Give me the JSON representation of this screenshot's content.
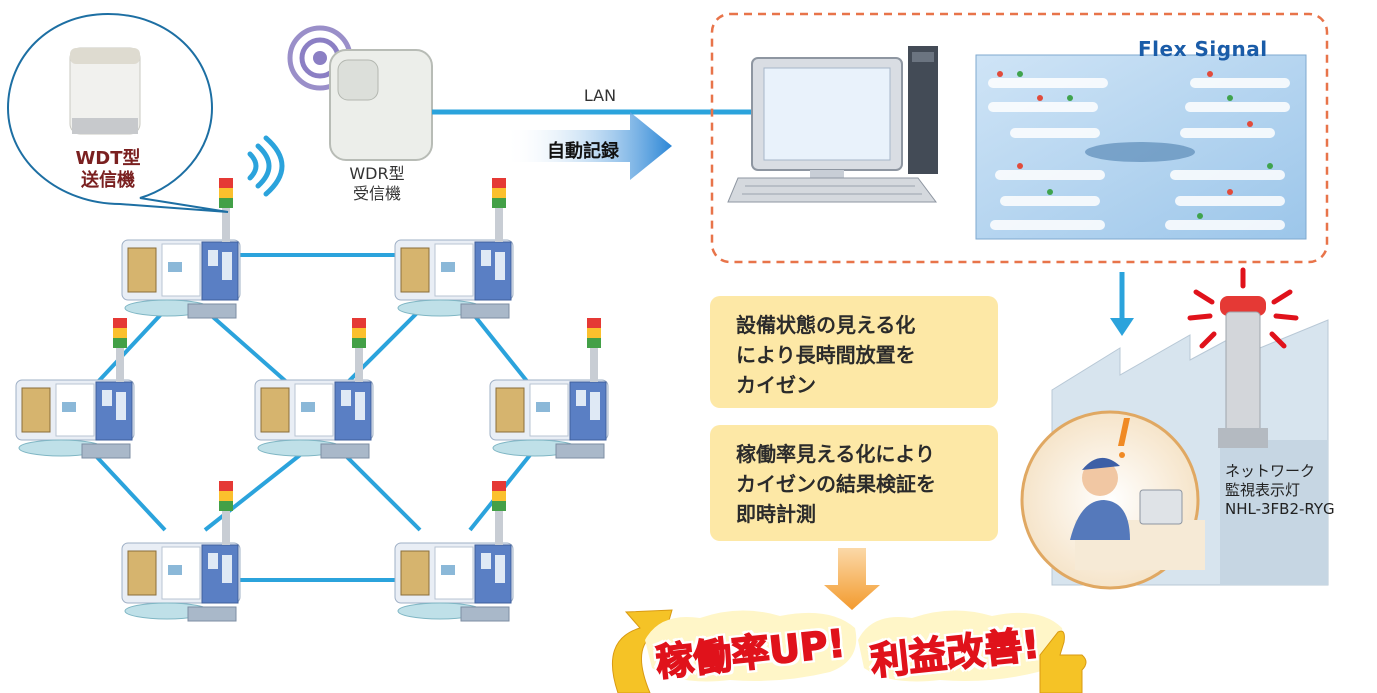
{
  "sensor": {
    "label_line1": "WDT型",
    "label_line2": "送信機"
  },
  "receiver": {
    "label_line1": "WDR型",
    "label_line2": "受信機"
  },
  "connection": {
    "lan_label": "LAN",
    "record_label": "自動記録"
  },
  "software": {
    "brand_title": "Flex Signal"
  },
  "benefits": {
    "box1": [
      "設備状態の見える化",
      "により長時間放置を",
      "カイゼン"
    ],
    "box2": [
      "稼働率見える化により",
      "カイゼンの結果検証を",
      "即時計測"
    ]
  },
  "network_light": {
    "line1": "ネットワーク",
    "line2": "監視表示灯",
    "line3": "NHL-3FB2-RYG"
  },
  "results": {
    "banner1": "稼働率UP!",
    "banner2": "利益改善!"
  },
  "colors": {
    "accent_blue": "#2ba3dc",
    "dashed_border": "#e8744a",
    "box_fill": "#fde8a6",
    "banner_red": "#e0121b",
    "arrow_orange": "#f5a03a"
  }
}
